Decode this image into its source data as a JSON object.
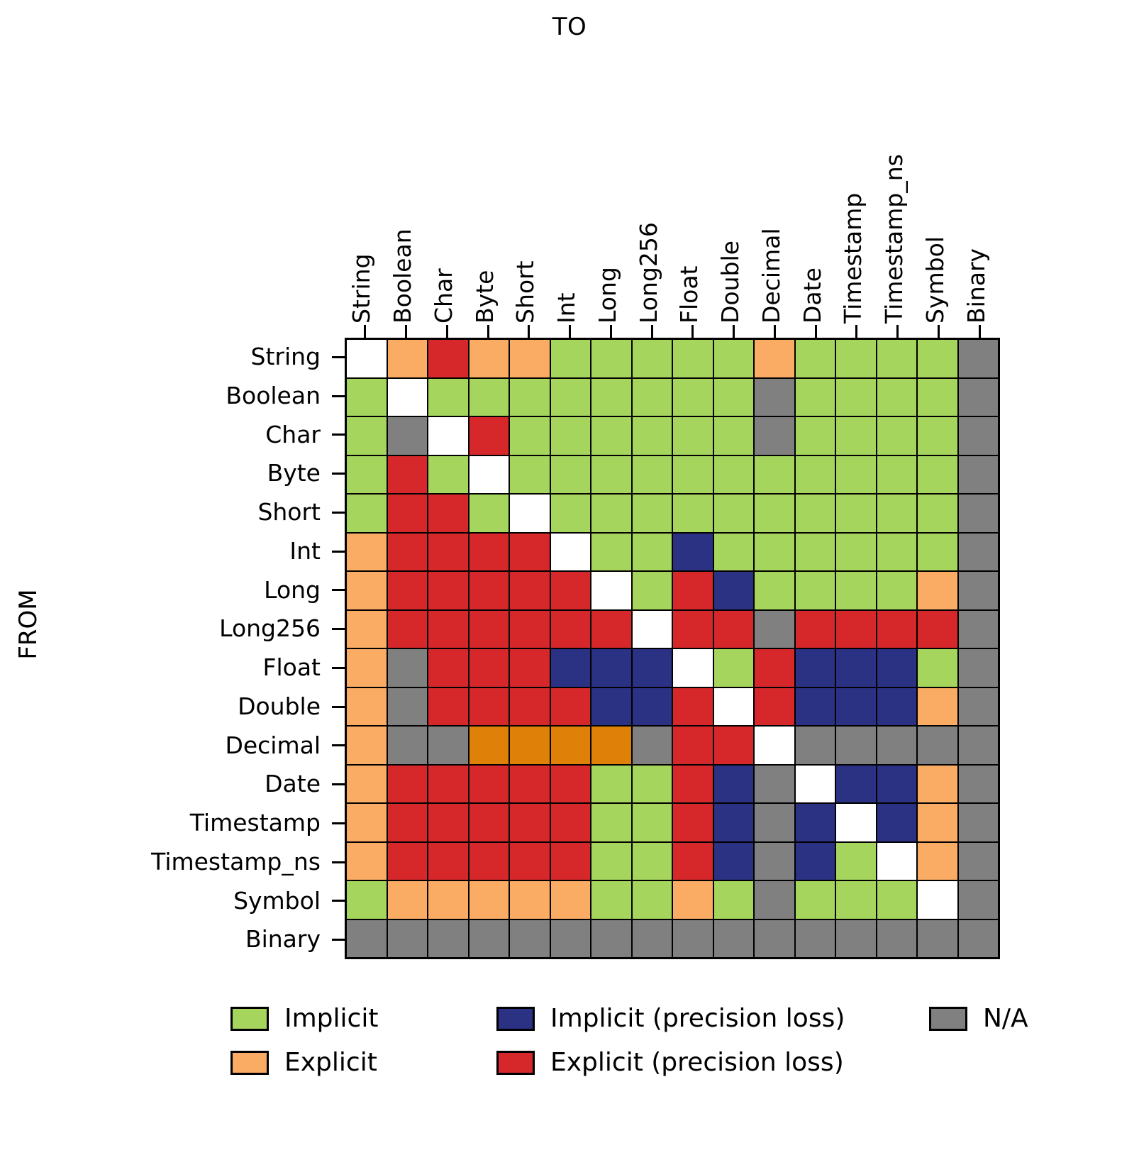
{
  "axes": {
    "top_title": "TO",
    "left_title": "FROM"
  },
  "columns": [
    "String",
    "Boolean",
    "Char",
    "Byte",
    "Short",
    "Int",
    "Long",
    "Long256",
    "Float",
    "Double",
    "Decimal",
    "Date",
    "Timestamp",
    "Timestamp_ns",
    "Symbol",
    "Binary"
  ],
  "rows": [
    "String",
    "Boolean",
    "Char",
    "Byte",
    "Short",
    "Int",
    "Long",
    "Long256",
    "Float",
    "Double",
    "Decimal",
    "Date",
    "Timestamp",
    "Timestamp_ns",
    "Symbol",
    "Binary"
  ],
  "colors": {
    "implicit": "#a6d55e",
    "explicit": "#fbac64",
    "implicit_loss": "#2b3183",
    "explicit_loss": "#d6282a",
    "na": "#808080",
    "identity": "#ffffff",
    "explicit_alt": "#df8008",
    "grid_line": "#000000",
    "background": "#ffffff"
  },
  "legend": {
    "items": [
      {
        "key": "implicit",
        "label": "Implicit",
        "color": "#a6d55e"
      },
      {
        "key": "implicit_loss",
        "label": "Implicit (precision loss)",
        "color": "#2b3183"
      },
      {
        "key": "na",
        "label": "N/A",
        "color": "#808080"
      },
      {
        "key": "explicit",
        "label": "Explicit",
        "color": "#fbac64"
      },
      {
        "key": "explicit_loss",
        "label": "Explicit (precision loss)",
        "color": "#d6282a"
      }
    ]
  },
  "chart_data": {
    "type": "heatmap",
    "title": "",
    "xlabel": "TO",
    "ylabel": "FROM",
    "x": [
      "String",
      "Boolean",
      "Char",
      "Byte",
      "Short",
      "Int",
      "Long",
      "Long256",
      "Float",
      "Double",
      "Decimal",
      "Date",
      "Timestamp",
      "Timestamp_ns",
      "Symbol",
      "Binary"
    ],
    "y": [
      "String",
      "Boolean",
      "Char",
      "Byte",
      "Short",
      "Int",
      "Long",
      "Long256",
      "Float",
      "Double",
      "Decimal",
      "Date",
      "Timestamp",
      "Timestamp_ns",
      "Symbol",
      "Binary"
    ],
    "categories_legend": [
      "identity",
      "implicit",
      "explicit",
      "implicit_loss",
      "explicit_loss",
      "explicit_alt",
      "na"
    ],
    "grid": false,
    "legend_position": "bottom",
    "values": [
      [
        "identity",
        "explicit",
        "explicit_loss",
        "explicit",
        "explicit",
        "implicit",
        "implicit",
        "implicit",
        "implicit",
        "implicit",
        "explicit",
        "implicit",
        "implicit",
        "implicit",
        "implicit",
        "na"
      ],
      [
        "implicit",
        "identity",
        "implicit",
        "implicit",
        "implicit",
        "implicit",
        "implicit",
        "implicit",
        "implicit",
        "implicit",
        "na",
        "implicit",
        "implicit",
        "implicit",
        "implicit",
        "na"
      ],
      [
        "implicit",
        "na",
        "identity",
        "explicit_loss",
        "implicit",
        "implicit",
        "implicit",
        "implicit",
        "implicit",
        "implicit",
        "na",
        "implicit",
        "implicit",
        "implicit",
        "implicit",
        "na"
      ],
      [
        "implicit",
        "explicit_loss",
        "implicit",
        "identity",
        "implicit",
        "implicit",
        "implicit",
        "implicit",
        "implicit",
        "implicit",
        "implicit",
        "implicit",
        "implicit",
        "implicit",
        "implicit",
        "na"
      ],
      [
        "implicit",
        "explicit_loss",
        "explicit_loss",
        "implicit",
        "identity",
        "implicit",
        "implicit",
        "implicit",
        "implicit",
        "implicit",
        "implicit",
        "implicit",
        "implicit",
        "implicit",
        "implicit",
        "na"
      ],
      [
        "explicit",
        "explicit_loss",
        "explicit_loss",
        "explicit_loss",
        "explicit_loss",
        "identity",
        "implicit",
        "implicit",
        "implicit_loss",
        "implicit",
        "implicit",
        "implicit",
        "implicit",
        "implicit",
        "implicit",
        "na"
      ],
      [
        "explicit",
        "explicit_loss",
        "explicit_loss",
        "explicit_loss",
        "explicit_loss",
        "explicit_loss",
        "identity",
        "implicit",
        "explicit_loss",
        "implicit_loss",
        "implicit",
        "implicit",
        "implicit",
        "implicit",
        "explicit",
        "na"
      ],
      [
        "explicit",
        "explicit_loss",
        "explicit_loss",
        "explicit_loss",
        "explicit_loss",
        "explicit_loss",
        "explicit_loss",
        "identity",
        "explicit_loss",
        "explicit_loss",
        "na",
        "explicit_loss",
        "explicit_loss",
        "explicit_loss",
        "explicit_loss",
        "na"
      ],
      [
        "explicit",
        "na",
        "explicit_loss",
        "explicit_loss",
        "explicit_loss",
        "implicit_loss",
        "implicit_loss",
        "implicit_loss",
        "identity",
        "implicit",
        "explicit_loss",
        "implicit_loss",
        "implicit_loss",
        "implicit_loss",
        "implicit",
        "na"
      ],
      [
        "explicit",
        "na",
        "explicit_loss",
        "explicit_loss",
        "explicit_loss",
        "explicit_loss",
        "implicit_loss",
        "implicit_loss",
        "explicit_loss",
        "identity",
        "explicit_loss",
        "implicit_loss",
        "implicit_loss",
        "implicit_loss",
        "explicit",
        "na"
      ],
      [
        "explicit",
        "na",
        "na",
        "explicit_alt",
        "explicit_alt",
        "explicit_alt",
        "explicit_alt",
        "na",
        "explicit_loss",
        "explicit_loss",
        "identity",
        "na",
        "na",
        "na",
        "na",
        "na"
      ],
      [
        "explicit",
        "explicit_loss",
        "explicit_loss",
        "explicit_loss",
        "explicit_loss",
        "explicit_loss",
        "implicit",
        "implicit",
        "explicit_loss",
        "implicit_loss",
        "na",
        "identity",
        "implicit_loss",
        "implicit_loss",
        "explicit",
        "na"
      ],
      [
        "explicit",
        "explicit_loss",
        "explicit_loss",
        "explicit_loss",
        "explicit_loss",
        "explicit_loss",
        "implicit",
        "implicit",
        "explicit_loss",
        "implicit_loss",
        "na",
        "implicit_loss",
        "identity",
        "implicit_loss",
        "explicit",
        "na"
      ],
      [
        "explicit",
        "explicit_loss",
        "explicit_loss",
        "explicit_loss",
        "explicit_loss",
        "explicit_loss",
        "implicit",
        "implicit",
        "explicit_loss",
        "implicit_loss",
        "na",
        "implicit_loss",
        "implicit",
        "identity",
        "explicit",
        "na"
      ],
      [
        "implicit",
        "explicit",
        "explicit",
        "explicit",
        "explicit",
        "explicit",
        "implicit",
        "implicit",
        "explicit",
        "implicit",
        "na",
        "implicit",
        "implicit",
        "implicit",
        "identity",
        "na"
      ],
      [
        "na",
        "na",
        "na",
        "na",
        "na",
        "na",
        "na",
        "na",
        "na",
        "na",
        "na",
        "na",
        "na",
        "na",
        "na",
        "na"
      ]
    ]
  }
}
